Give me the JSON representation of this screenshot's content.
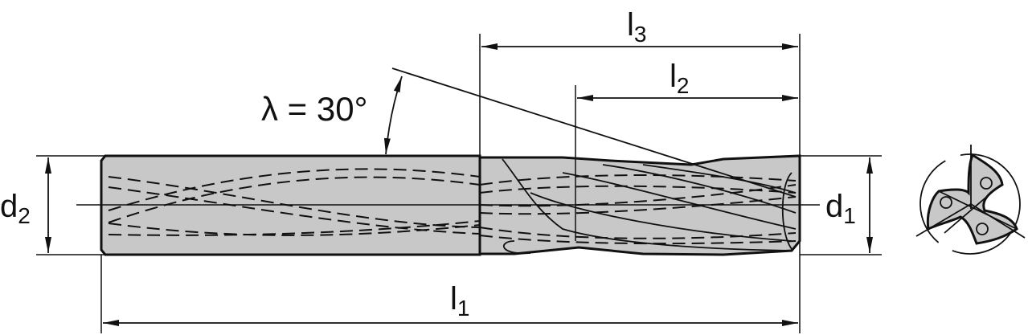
{
  "drawing": {
    "title": "Drill dimension drawing",
    "fill_color": "#c8c8c8",
    "line_color": "#111111"
  },
  "dimensions": {
    "d2": {
      "symbol": "d",
      "sub": "2"
    },
    "d1": {
      "symbol": "d",
      "sub": "1"
    },
    "l1": {
      "symbol": "l",
      "sub": "1"
    },
    "l2": {
      "symbol": "l",
      "sub": "2"
    },
    "l3": {
      "symbol": "l",
      "sub": "3"
    }
  },
  "helix_angle": {
    "label": "λ = 30°"
  }
}
